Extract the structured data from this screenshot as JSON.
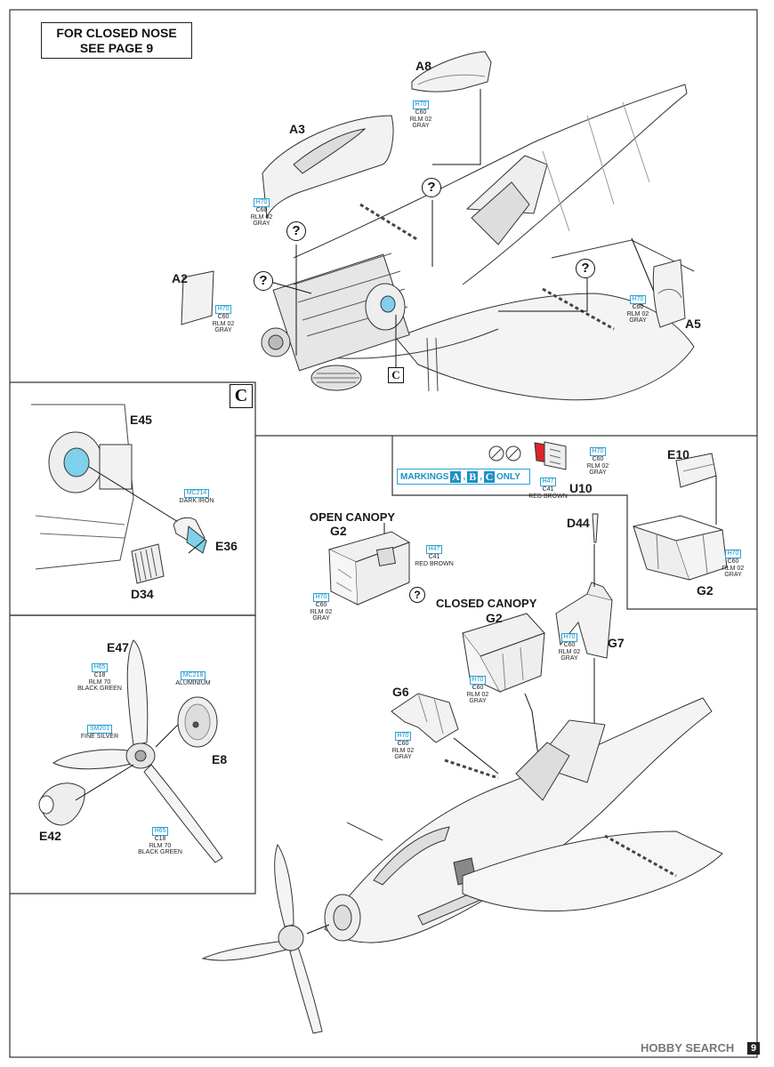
{
  "note_box": {
    "line1": "FOR CLOSED NOSE",
    "line2": "SEE PAGE 9"
  },
  "parts": {
    "a8": "A8",
    "a3": "A3",
    "a2": "A2",
    "a5": "A5",
    "e45": "E45",
    "e36": "E36",
    "d34": "D34",
    "e47": "E47",
    "e8": "E8",
    "e42": "E42",
    "u10": "U10",
    "e10": "E10",
    "g2_right": "G2",
    "d44": "D44",
    "g2_open": "G2",
    "g2_closed": "G2",
    "g7": "G7",
    "g6": "G6"
  },
  "callout_letter": "C",
  "section_c_letter": "C",
  "headings": {
    "open_canopy": "OPEN CANOPY",
    "closed_canopy": "CLOSED CANOPY"
  },
  "markings": {
    "prefix": "MARKINGS",
    "letters": [
      "A",
      "B",
      "C"
    ],
    "sep": ",",
    "suffix": "ONLY"
  },
  "question_mark": "?",
  "paints": {
    "a8": {
      "code": "H70",
      "c": "C60",
      "n1": "RLM 02",
      "n2": "GRAY"
    },
    "a3": {
      "code": "H70",
      "c": "C60",
      "n1": "RLM 02",
      "n2": "GRAY"
    },
    "a2": {
      "code": "H70",
      "c": "C60",
      "n1": "RLM 02",
      "n2": "GRAY"
    },
    "a5": {
      "code": "H70",
      "c": "C60",
      "n1": "RLM 02",
      "n2": "GRAY"
    },
    "e36": {
      "code": "MC214",
      "n1": "DARK IRON"
    },
    "u10a": {
      "code": "H70",
      "c": "C60",
      "n1": "RLM 02",
      "n2": "GRAY"
    },
    "u10b": {
      "code": "H47",
      "c": "C41",
      "n1": "RED BROWN"
    },
    "g2r": {
      "code": "H70",
      "c": "C60",
      "n1": "RLM 02",
      "n2": "GRAY"
    },
    "open_rb": {
      "code": "H47",
      "c": "C41",
      "n1": "RED BROWN"
    },
    "open_gr": {
      "code": "H70",
      "c": "C60",
      "n1": "RLM 02",
      "n2": "GRAY"
    },
    "g7": {
      "code": "H70",
      "c": "C60",
      "n1": "RLM 02",
      "n2": "GRAY"
    },
    "closed": {
      "code": "H70",
      "c": "C60",
      "n1": "RLM 02",
      "n2": "GRAY"
    },
    "g6": {
      "code": "H70",
      "c": "C60",
      "n1": "RLM 02",
      "n2": "GRAY"
    },
    "prop_blade": {
      "code": "H65",
      "c": "C18",
      "n1": "RLM 70",
      "n2": "BLACK GREEN"
    },
    "spinner": {
      "code": "MC218",
      "n1": "ALUMINIUM"
    },
    "hub": {
      "code": "SM201",
      "n1": "FINE SILVER"
    },
    "prop_blade2": {
      "code": "H65",
      "c": "C18",
      "n1": "RLM 70",
      "n2": "BLACK GREEN"
    }
  },
  "footer": {
    "brand": "HOBBY SEARCH",
    "page": "9"
  },
  "colors": {
    "paint_box": "#29a3d6",
    "red_part": "#d9262b",
    "cyan_lens": "#7fd0ea"
  }
}
